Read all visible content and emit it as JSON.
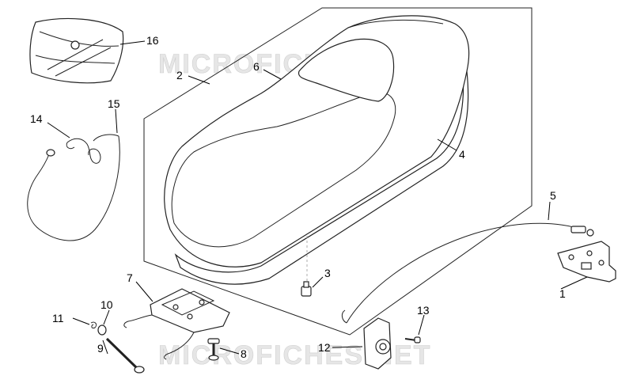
{
  "watermark": "MICROFICHES.NET",
  "callouts": [
    {
      "id": "1",
      "text": "1"
    },
    {
      "id": "2",
      "text": "2"
    },
    {
      "id": "3",
      "text": "3"
    },
    {
      "id": "4",
      "text": "4"
    },
    {
      "id": "5",
      "text": "5"
    },
    {
      "id": "6",
      "text": "6"
    },
    {
      "id": "7",
      "text": "7"
    },
    {
      "id": "8",
      "text": "8"
    },
    {
      "id": "9",
      "text": "9"
    },
    {
      "id": "10",
      "text": "10"
    },
    {
      "id": "11",
      "text": "11"
    },
    {
      "id": "12",
      "text": "12"
    },
    {
      "id": "13",
      "text": "13"
    },
    {
      "id": "14",
      "text": "14"
    },
    {
      "id": "15",
      "text": "15"
    },
    {
      "id": "16",
      "text": "16"
    }
  ]
}
